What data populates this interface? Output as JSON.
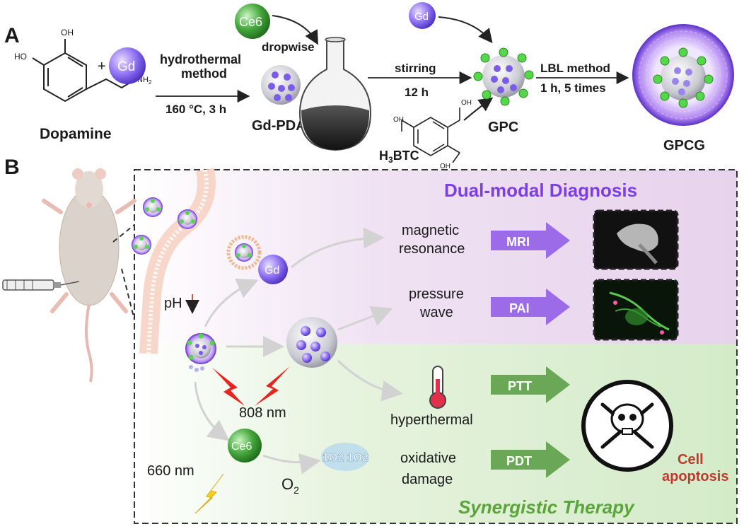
{
  "panel_a": {
    "label": "A",
    "dopamine": "Dopamine",
    "oh1": "OH",
    "oh2": "HO",
    "nh2": "NH",
    "nh2_sub": "2",
    "plus": "+",
    "gd": "Gd",
    "method_line1": "hydrothermal",
    "method_line2": "method",
    "condition": "160 °C, 3 h",
    "ce6": "Ce6",
    "dropwise": "dropwise",
    "gd_pda": "Gd-PDA",
    "stirring": "stirring",
    "time": "12 h",
    "btc_h": "H",
    "btc_sub": "3",
    "btc_rest": "BTC",
    "oh_btc1": "OH",
    "oh_btc2": "OH",
    "oh_btc3": "OH",
    "gd2": "Gd",
    "gpc": "GPC",
    "lbl": "LBL method",
    "lbl_cond": "1 h, 5 times",
    "gpcg": "GPCG"
  },
  "panel_b": {
    "label": "B",
    "diagnosis_title": "Dual-modal Diagnosis",
    "therapy_title": "Synergistic Therapy",
    "ph": "pH",
    "gd": "Gd",
    "ce6": "Ce6",
    "nm808": "808 nm",
    "nm660": "660 nm",
    "o2": "O",
    "o2_sub": "2",
    "singlet": "1O2 1O2",
    "magnetic_1": "magnetic",
    "magnetic_2": "resonance",
    "pressure_1": "pressure",
    "pressure_2": "wave",
    "hyperthermal": "hyperthermal",
    "oxidative_1": "oxidative",
    "oxidative_2": "damage",
    "mri": "MRI",
    "pai": "PAI",
    "ptt": "PTT",
    "pdt": "PDT",
    "cell_1": "Cell",
    "cell_2": "apoptosis"
  },
  "colors": {
    "gd_purple": "#7b5ce6",
    "ce6_green": "#3fa23a",
    "diagnosis_bg": "#ecd9ee",
    "therapy_bg": "#dcefd2",
    "arrow_purple": "#a070e8",
    "arrow_green": "#6cae5a",
    "apoptosis_red": "#c0392b"
  }
}
